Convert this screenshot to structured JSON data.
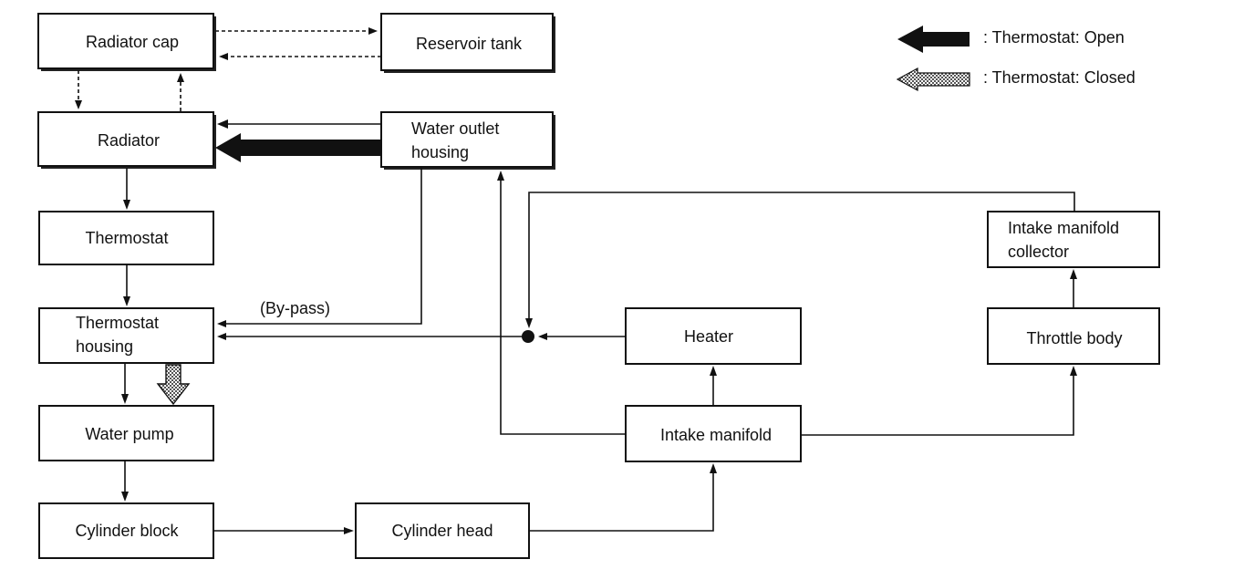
{
  "nodes": {
    "radiator_cap": "Radiator cap",
    "reservoir_tank": "Reservoir tank",
    "radiator": "Radiator",
    "water_outlet_housing": [
      "Water outlet",
      "housing"
    ],
    "thermostat": "Thermostat",
    "thermostat_housing": [
      "Thermostat",
      "housing"
    ],
    "water_pump": "Water pump",
    "cylinder_block": "Cylinder block",
    "cylinder_head": "Cylinder head",
    "intake_manifold": "Intake manifold",
    "heater": "Heater",
    "throttle_body": "Throttle body",
    "intake_manifold_collector": [
      "Intake manifold",
      "collector"
    ]
  },
  "edge_labels": {
    "bypass": "(By-pass)"
  },
  "legend": {
    "open": ": Thermostat: Open",
    "closed": ": Thermostat: Closed"
  },
  "colors": {
    "line": "#111111",
    "open_arrow_fill": "#111111",
    "closed_arrow_fill": "#bdbdbd",
    "box_fill": "#ffffff"
  }
}
